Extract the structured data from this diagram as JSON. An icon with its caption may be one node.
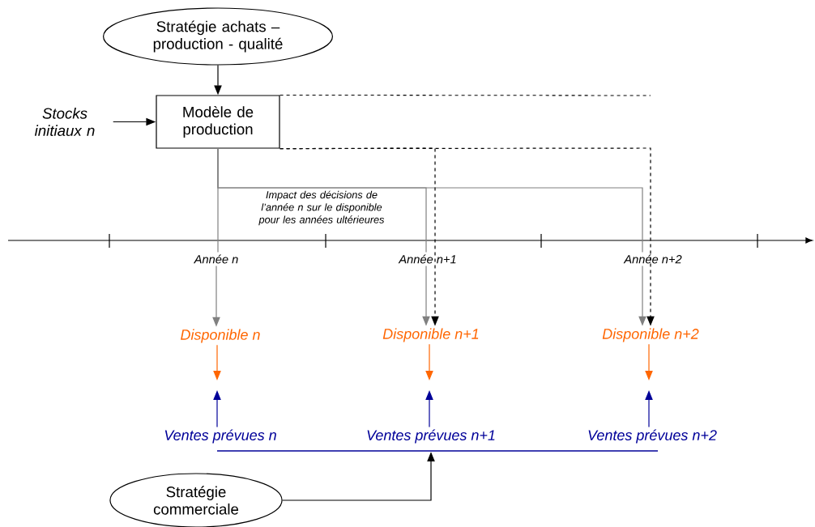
{
  "diagram": {
    "nodes": [
      {
        "text": [
          "Stratégie achats – production - qualité"
        ]
      },
      {
        "text": [
          "Stocks initiaux n"
        ]
      },
      {
        "text": [
          "Modèle de production"
        ]
      },
      {
        "text": [
          "Année n"
        ]
      },
      {
        "text": [
          "Année n+1"
        ]
      },
      {
        "text": [
          "Année n+2"
        ]
      },
      {
        "text": [
          "Disponible n"
        ]
      },
      {
        "text": [
          "Disponible n+1"
        ]
      },
      {
        "text": [
          "Disponible n+2"
        ]
      },
      {
        "text": [
          "Ventes prévues n"
        ]
      },
      {
        "text": [
          "Ventes prévues n+1"
        ]
      },
      {
        "text": [
          "Ventes prévues n+2"
        ]
      },
      {
        "text": [],
        "shape": "bar"
      },
      {
        "text": [
          "Stratégie commerciale"
        ]
      }
    ],
    "edges": [
      {
        "from": 0,
        "to": 2,
        "arrow": "to",
        "color": "#000000"
      },
      {
        "from": 1,
        "to": 2,
        "arrow": "to",
        "color": "#000000"
      },
      {
        "from": 2,
        "to": 3,
        "arrow": "none",
        "color": "#808080"
      },
      {
        "from": 2,
        "to": 4,
        "arrow": "none",
        "color": "#808080"
      },
      {
        "from": 2,
        "to": 5,
        "arrow": "none",
        "color": "#808080"
      },
      {
        "from": 2,
        "to": 7,
        "arrow": "to",
        "style": "dashed",
        "color": "#000000"
      },
      {
        "from": 2,
        "to": 8,
        "arrow": "to",
        "style": "dashed",
        "color": "#000000"
      },
      {
        "from": 3,
        "to": 6,
        "arrow": "to",
        "color": "#808080"
      },
      {
        "from": 4,
        "to": 7,
        "arrow": "to",
        "color": "#808080"
      },
      {
        "from": 5,
        "to": 8,
        "arrow": "to",
        "color": "#808080"
      },
      {
        "from": 6,
        "to": null,
        "arrow": "to",
        "color": "#ff6600"
      },
      {
        "from": 7,
        "to": null,
        "arrow": "to",
        "color": "#ff6600"
      },
      {
        "from": 8,
        "to": null,
        "arrow": "to",
        "color": "#ff6600"
      },
      {
        "from": 9,
        "to": null,
        "arrow": "to",
        "color": "#000099"
      },
      {
        "from": 10,
        "to": null,
        "arrow": "to",
        "color": "#000099"
      },
      {
        "from": 11,
        "to": null,
        "arrow": "to",
        "color": "#000099"
      },
      {
        "from": 13,
        "to": 12,
        "arrow": "to",
        "color": "#000000"
      }
    ],
    "labels": [
      "Impact des décisions de l’année n sur le disponible pour les années ultérieures"
    ]
  }
}
